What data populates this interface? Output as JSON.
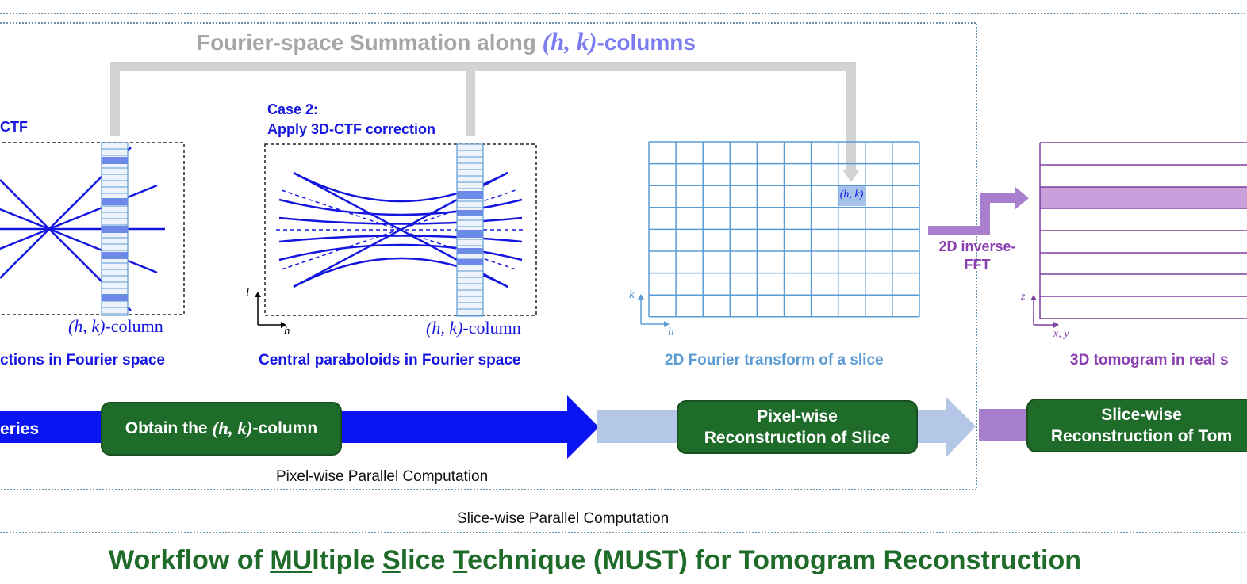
{
  "summation_header": {
    "prefix": "Fourier-space Summation along ",
    "math": "(h, k)",
    "suffix": "-columns"
  },
  "panel1": {
    "label": "CTF",
    "column_math": "(h, k)",
    "column_suffix": "-column",
    "caption": "ctions in Fourier space"
  },
  "panel2": {
    "label_line1": "Case 2:",
    "label_line2": "Apply 3D-CTF correction",
    "axis_l": "l",
    "axis_h": "h",
    "column_math": "(h, k)",
    "column_suffix": "-column",
    "caption": "Central paraboloids in Fourier space"
  },
  "panel3": {
    "cell_label": "(h, k)",
    "axis_k": "k",
    "axis_h": "h",
    "caption": "2D Fourier transform of a slice"
  },
  "fft_label": {
    "line1": "2D inverse-",
    "line2": "FFT"
  },
  "panel4": {
    "axis_z": "z",
    "axis_xy": "x, y",
    "caption": "3D tomogram in real s"
  },
  "flow": {
    "left_label": "eries",
    "step_obtain_prefix": "Obtain the ",
    "step_obtain_math": "(h, k)",
    "step_obtain_suffix": "-column",
    "step_pixel_line1": "Pixel-wise",
    "step_pixel_line2": "Reconstruction of Slice",
    "step_slice_line1": "Slice-wise",
    "step_slice_line2": "Reconstruction of Tom"
  },
  "pixel_parallel_label": "Pixel-wise Parallel Computation",
  "slice_parallel_label": "Slice-wise Parallel Computation",
  "title": {
    "part1": "Workflow of ",
    "u1": "MU",
    "part2": "ltiple ",
    "u2": "S",
    "part3": "lice ",
    "u3": "T",
    "part4": "echnique (MUST) for Tomogram Reconstruction"
  },
  "colors": {
    "deep_blue": "#1515e0",
    "light_blue": "#5b9bd5",
    "pale_blue_arrow": "#b4c7e7",
    "purple": "#8a3fb0",
    "light_purple": "#c9a0dc",
    "green": "#1f6b2a",
    "gray_bracket": "#d3d3d3"
  }
}
